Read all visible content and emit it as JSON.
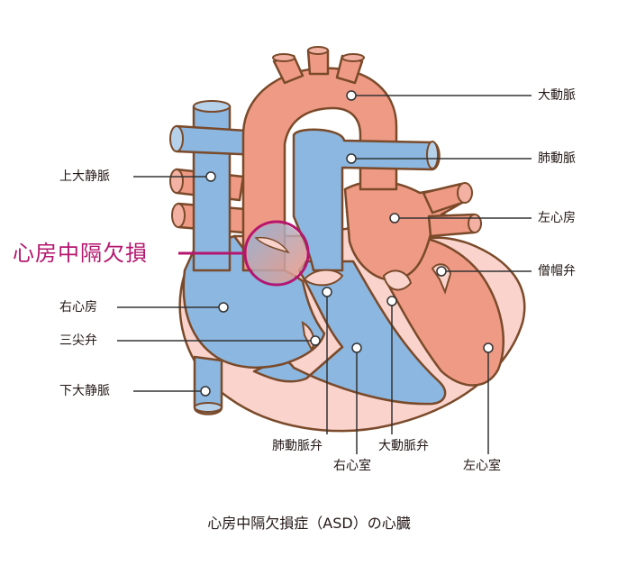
{
  "title": "心房中隔欠損症（ASD）の心臓",
  "highlight_label": "心房中隔欠損",
  "labels": {
    "aorta": "大動脈",
    "pulmonary_artery": "肺動脈",
    "left_atrium": "左心房",
    "mitral_valve": "僧帽弁",
    "superior_vena_cava": "上大静脈",
    "right_atrium": "右心房",
    "tricuspid_valve": "三尖弁",
    "inferior_vena_cava": "下大静脈",
    "pulmonary_valve": "肺動脈弁",
    "aortic_valve": "大動脈弁",
    "right_ventricle": "右心室",
    "left_ventricle": "左心室"
  },
  "colors": {
    "oxygenated": "#ef9a85",
    "deoxygenated": "#8bb7e0",
    "wall": "#f9d3cc",
    "outline": "#7a4a2a",
    "highlight": "#b5166f",
    "line": "#333333"
  }
}
